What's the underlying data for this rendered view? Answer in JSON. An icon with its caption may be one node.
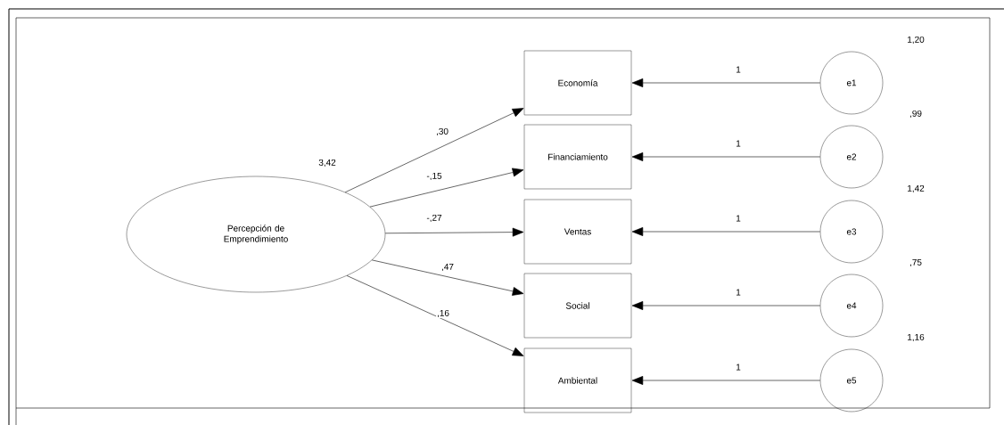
{
  "diagram": {
    "nodes": [
      {
        "text": [
          "Percepción de Emprendimiento"
        ],
        "beside": [
          "3,42"
        ]
      },
      {
        "text": [
          "Economía"
        ]
      },
      {
        "text": [
          "Financiamiento"
        ]
      },
      {
        "text": [
          "Ventas"
        ]
      },
      {
        "text": [
          "Social"
        ]
      },
      {
        "text": [
          "Ambiental"
        ]
      },
      {
        "text": [
          "e1"
        ],
        "beside": [
          "1,20"
        ]
      },
      {
        "text": [
          "e2"
        ],
        "beside": [
          ",99"
        ]
      },
      {
        "text": [
          "e3"
        ],
        "beside": [
          "1,42"
        ]
      },
      {
        "text": [
          "e4"
        ],
        "beside": [
          ",75"
        ]
      },
      {
        "text": [
          "e5"
        ],
        "beside": [
          "1,16"
        ]
      }
    ],
    "edges": [
      {
        "from": 0,
        "to": 1,
        "arrow": "to",
        "label": ",30"
      },
      {
        "from": 0,
        "to": 2,
        "arrow": "to",
        "label": "-,15"
      },
      {
        "from": 0,
        "to": 3,
        "arrow": "to",
        "label": "-,27"
      },
      {
        "from": 0,
        "to": 4,
        "arrow": "to",
        "label": ",47"
      },
      {
        "from": 0,
        "to": 5,
        "arrow": "to",
        "label": ",16"
      },
      {
        "from": 6,
        "to": 1,
        "arrow": "to",
        "label": "1"
      },
      {
        "from": 7,
        "to": 2,
        "arrow": "to",
        "label": "1"
      },
      {
        "from": 8,
        "to": 3,
        "arrow": "to",
        "label": "1"
      },
      {
        "from": 9,
        "to": 4,
        "arrow": "to",
        "label": "1"
      },
      {
        "from": 10,
        "to": 5,
        "arrow": "to",
        "label": "1"
      }
    ]
  }
}
